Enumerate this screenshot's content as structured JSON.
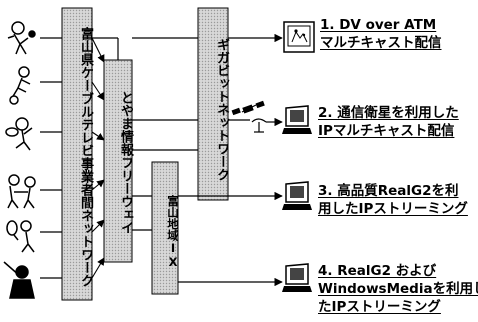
{
  "boxes": {
    "catv": "富山県ケーブルテレビ事業者間ネットワーク",
    "toyama_info": "とやま情報フリーウェイ",
    "toyama_ix": "富山地域IX",
    "gigabit": "ギガビットネットワーク"
  },
  "outputs": [
    {
      "line1": "1. DV over ATM",
      "line2": "マルチキャスト配信",
      "icon": "tv-monitor-icon"
    },
    {
      "line1": "2. 通信衛星を利用した",
      "line2": "IPマルチキャスト配信",
      "icon": "computer-icon"
    },
    {
      "line1": "3. 高品質RealG2を利",
      "line2": "用したIPストリーミング",
      "icon": "computer-icon"
    },
    {
      "line1": "4. RealG2 および",
      "line2": "WindowsMediaを利用し",
      "line3": "たIPストリーミング",
      "icon": "computer-icon"
    }
  ],
  "sources": [
    "table-tennis-player-icon",
    "runner-icon",
    "rugby-player-icon",
    "wrestlers-icon",
    "tennis-player-icon",
    "kendo-player-icon"
  ],
  "colors": {
    "box_fill": "#d4d4d4",
    "line": "#000000"
  }
}
